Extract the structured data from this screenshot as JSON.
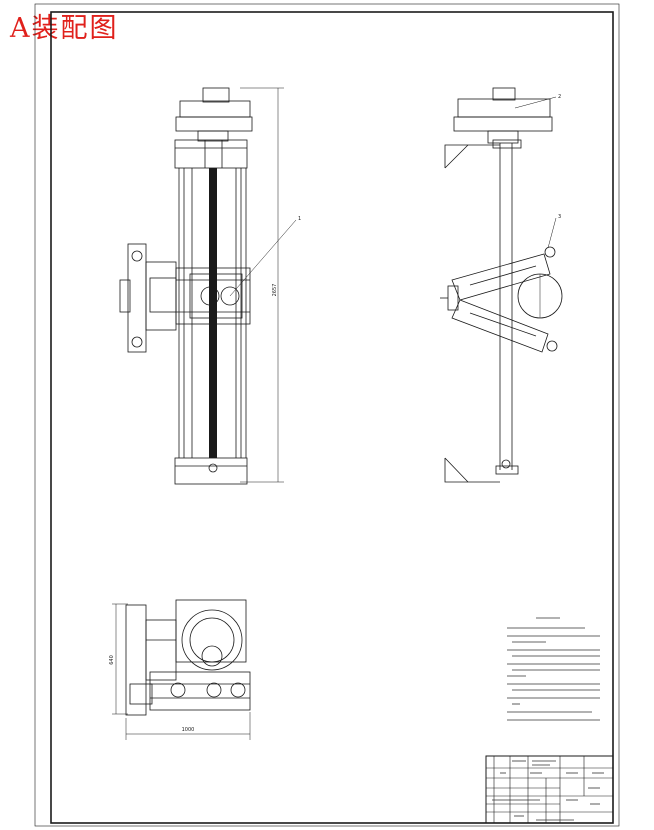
{
  "header": {
    "stamp": "A装配图"
  },
  "colors": {
    "stamp": "#e0201b",
    "line": "#1a1a1a"
  },
  "drawing": {
    "label_1": "1",
    "label_2": "2",
    "label_3": "3",
    "dim_height": "2657",
    "dim_side": "640",
    "dim_width": "1000"
  }
}
